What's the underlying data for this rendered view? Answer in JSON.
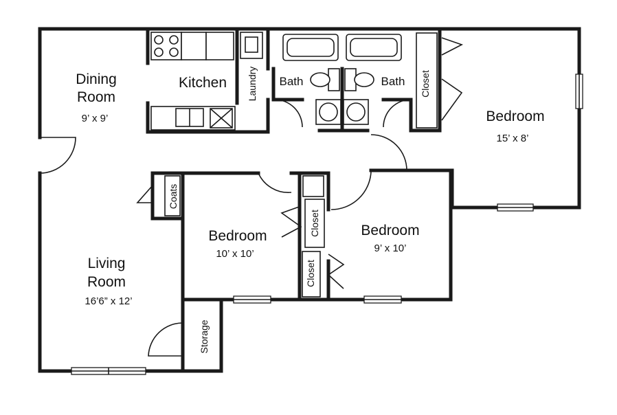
{
  "rooms": {
    "dining": {
      "name_line1": "Dining",
      "name_line2": "Room",
      "size": "9’ x 9’"
    },
    "kitchen": {
      "name": "Kitchen"
    },
    "laundry": {
      "name": "Laundry"
    },
    "bath_left": {
      "name": "Bath"
    },
    "bath_right": {
      "name": "Bath"
    },
    "closet_master": {
      "name": "Closet"
    },
    "bedroom_master": {
      "name": "Bedroom",
      "size": "15’ x 8’"
    },
    "coats": {
      "name": "Coats"
    },
    "bedroom_a": {
      "name": "Bedroom",
      "size": "10’ x 10’"
    },
    "closet_a": {
      "name": "Closet"
    },
    "closet_b": {
      "name": "Closet"
    },
    "bedroom_b": {
      "name": "Bedroom",
      "size": "9’ x 10’"
    },
    "living": {
      "name_line1": "Living",
      "name_line2": "Room",
      "size": "16’6” x 12’"
    },
    "storage": {
      "name": "Storage"
    }
  },
  "colors": {
    "wall": "#1a1a1a",
    "background": "#ffffff"
  }
}
